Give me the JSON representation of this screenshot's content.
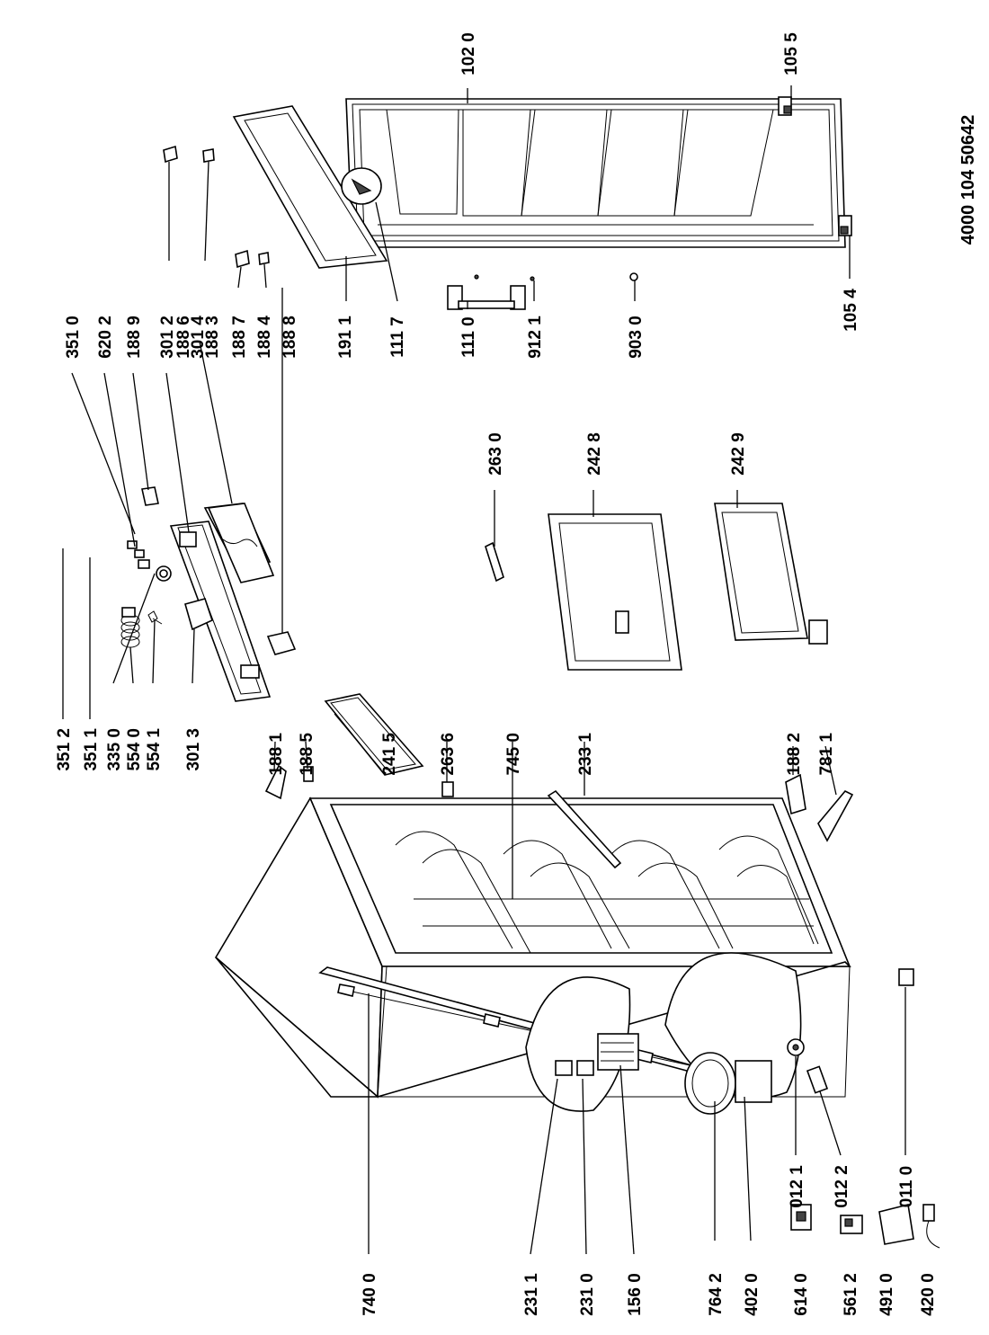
{
  "document": {
    "id": "4000 104 50642"
  },
  "parts": {
    "p1020": "102 0",
    "p1055": "105 5",
    "p1054": "105 4",
    "p3510": "351 0",
    "p6202": "620 2",
    "p1889": "188 9",
    "p3012": "301 2",
    "p1886": "188 6",
    "p3014": "301 4",
    "p1883": "188 3",
    "p1887": "188 7",
    "p1884": "188 4",
    "p1888": "188 8",
    "p1911": "191 1",
    "p1117": "111 7",
    "p1110": "111 0",
    "p9121": "912 1",
    "p9030": "903 0",
    "p2630": "263 0",
    "p2428": "242 8",
    "p2429": "242 9",
    "p3512": "351 2",
    "p3511": "351 1",
    "p3350": "335 0",
    "p5540": "554 0",
    "p5541": "554 1",
    "p3013": "301 3",
    "p1881": "188 1",
    "p1885": "188 5",
    "p2415": "241 5",
    "p2636": "263 6",
    "p7450": "745 0",
    "p2331": "233 1",
    "p1882": "188 2",
    "p7811": "781 1",
    "p7400": "740 0",
    "p2311": "231 1",
    "p2310": "231 0",
    "p1560": "156 0",
    "p7642": "764 2",
    "p4020": "402 0",
    "p6140": "614 0",
    "p5612": "561 2",
    "p4910": "491 0",
    "p4200": "420 0",
    "p0121": "012 1",
    "p0122": "012 2",
    "p0110": "011 0"
  }
}
